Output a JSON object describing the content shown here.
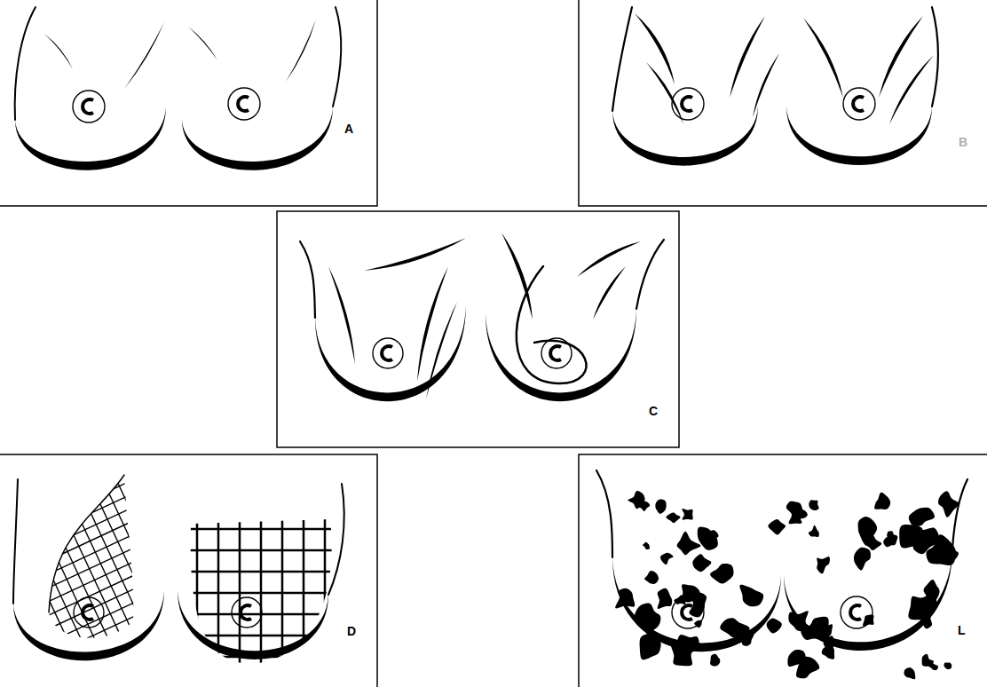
{
  "diagram": {
    "labels": [
      "A",
      "B",
      "C",
      "D",
      "L"
    ]
  }
}
